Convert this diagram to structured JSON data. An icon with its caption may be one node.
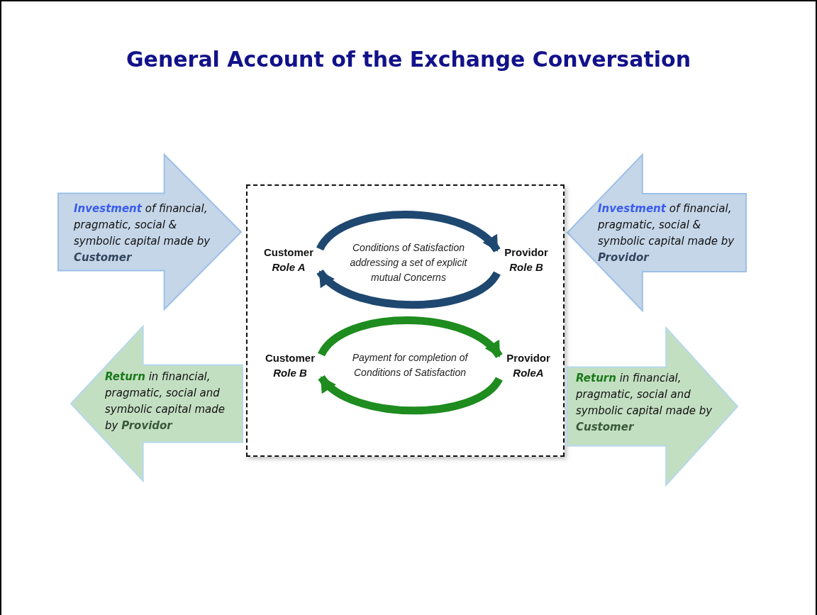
{
  "diagram": {
    "title": "General Account of the Exchange Conversation",
    "nodes": [
      {
        "text": [
          "**Investment** of financial, pragmatic, social & symbolic capital made by **Customer**"
        ]
      },
      {
        "text": [
          "**Investment** of financial, pragmatic, social & symbolic capital made by **Providor**"
        ]
      },
      {
        "text": [],
        "shape": "box"
      },
      {
        "text": [
          "Customer",
          "Role A"
        ],
        "in": 2
      },
      {
        "text": [
          "Conditions of Satisfaction addressing a set of explicit mutual Concerns"
        ],
        "in": 2
      },
      {
        "text": [
          "Providor",
          "Role B"
        ],
        "in": 2
      },
      {
        "text": [
          "Customer",
          "Role B"
        ],
        "in": 2
      },
      {
        "text": [
          "Payment for completion of Conditions of Satisfaction"
        ],
        "in": 2
      },
      {
        "text": [
          "Providor",
          "RoleA"
        ],
        "in": 2
      },
      {
        "text": [
          "**Return** in financial, pragmatic, social and symbolic capital made by **Providor**"
        ]
      },
      {
        "text": [
          "**Return** in financial, pragmatic, social and symbolic capital made by **Customer**"
        ]
      }
    ],
    "edges": [
      {
        "from": 3,
        "to": 5,
        "arrow": "to",
        "color": "#1f4870"
      },
      {
        "from": 5,
        "to": 3,
        "arrow": "to",
        "color": "#1f4870"
      },
      {
        "from": 6,
        "to": 8,
        "arrow": "to",
        "color": "#1e8c1e"
      },
      {
        "from": 8,
        "to": 6,
        "arrow": "to",
        "color": "#1e8c1e"
      }
    ]
  }
}
